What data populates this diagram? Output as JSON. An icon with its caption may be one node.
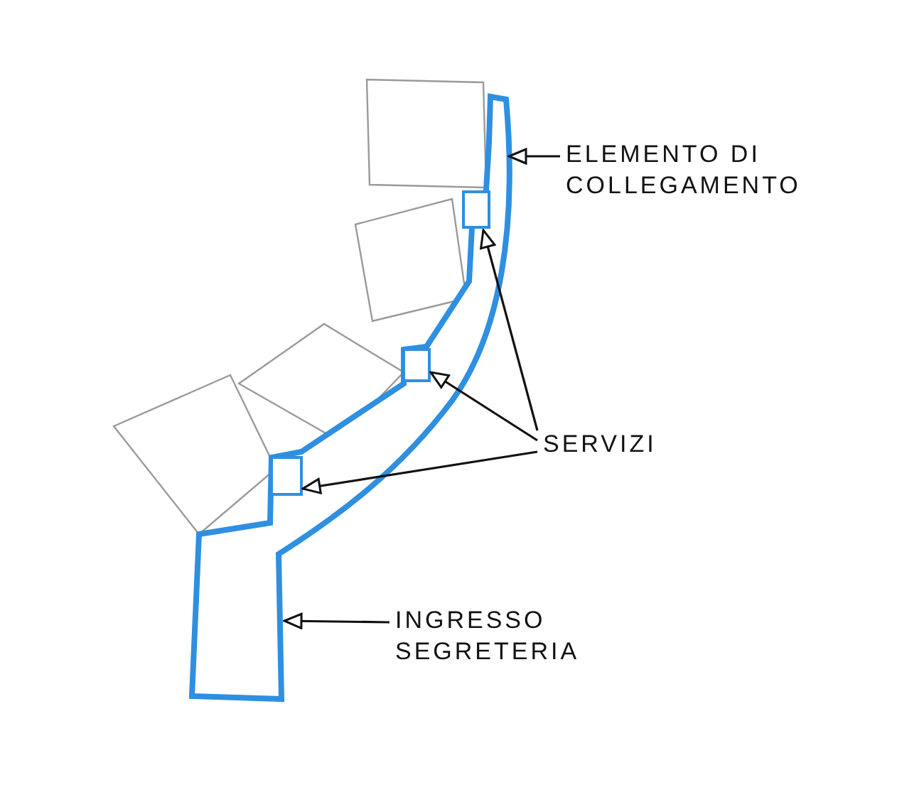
{
  "diagram": {
    "nodes": [
      {
        "text": [
          "ELEMENTO DI COLLEGAMENTO"
        ]
      },
      {
        "text": [],
        "shape": "box"
      },
      {
        "text": [],
        "shape": "box",
        "in": 1
      },
      {
        "text": [],
        "shape": "box",
        "in": 1
      },
      {
        "text": [],
        "shape": "box",
        "in": 1
      },
      {
        "text": [
          "SERVIZI"
        ]
      },
      {
        "text": [
          "INGRESSO SEGRETERIA"
        ]
      }
    ],
    "edges": [
      {
        "from": 0,
        "to": 1,
        "arrow": "to"
      },
      {
        "from": 5,
        "to": 2,
        "arrow": "to"
      },
      {
        "from": 5,
        "to": 3,
        "arrow": "to"
      },
      {
        "from": 5,
        "to": 4,
        "arrow": "to"
      },
      {
        "from": 6,
        "to": 1,
        "arrow": "to"
      }
    ]
  }
}
